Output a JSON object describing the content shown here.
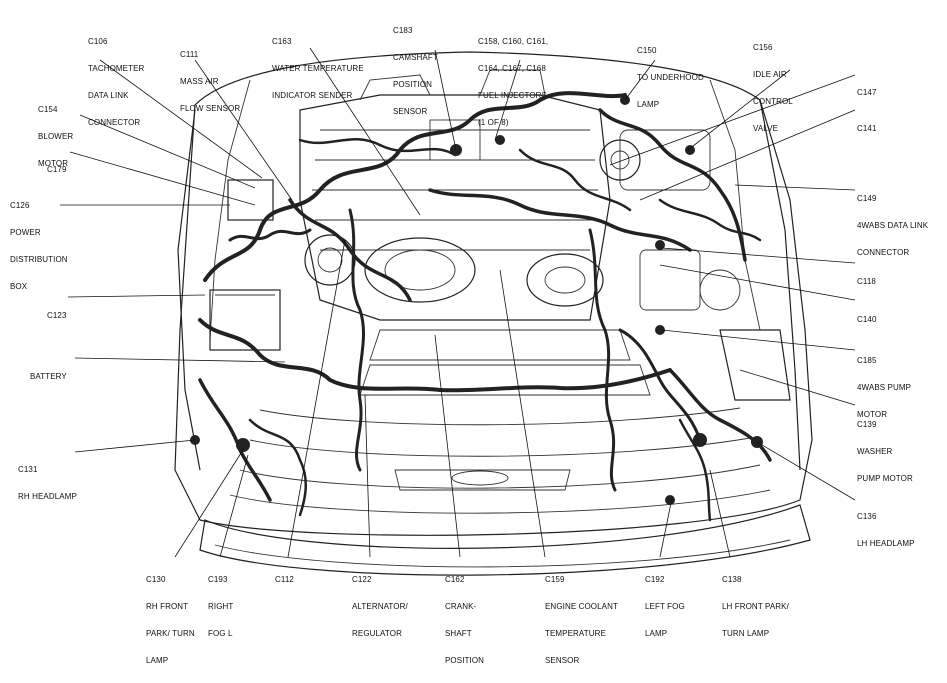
{
  "callouts": [
    {
      "id": "c106",
      "lines": [
        "C106",
        "TACHOMETER",
        "DATA LINK",
        "CONNECTOR"
      ]
    },
    {
      "id": "c111",
      "lines": [
        "C111",
        "MASS AIR",
        "FLOW SENSOR"
      ]
    },
    {
      "id": "c163",
      "lines": [
        "C163",
        "WATER TEMPERATURE",
        "INDICATOR SENDER"
      ]
    },
    {
      "id": "c183",
      "lines": [
        "C183",
        "CAMSHAFT",
        "POSITION",
        "SENSOR"
      ]
    },
    {
      "id": "c158",
      "lines": [
        "C158, C160, C161,",
        "C164, C167, C168",
        "FUEL INJECTORS",
        "(1 OF 8)"
      ]
    },
    {
      "id": "c150",
      "lines": [
        "C150",
        "TO UNDERHOOD",
        "LAMP"
      ]
    },
    {
      "id": "c156",
      "lines": [
        "C156",
        "IDLE AIR",
        "CONTROL",
        "VALVE"
      ]
    },
    {
      "id": "c154",
      "lines": [
        "C154",
        "BLOWER",
        "MOTOR"
      ]
    },
    {
      "id": "c147",
      "lines": [
        "C147"
      ]
    },
    {
      "id": "c141",
      "lines": [
        "C141"
      ]
    },
    {
      "id": "c179",
      "lines": [
        "C179"
      ]
    },
    {
      "id": "c126",
      "lines": [
        "C126",
        "POWER",
        "DISTRIBUTION",
        "BOX"
      ]
    },
    {
      "id": "c149",
      "lines": [
        "C149",
        "4WABS DATA LINK",
        "CONNECTOR"
      ]
    },
    {
      "id": "c118",
      "lines": [
        "C118"
      ]
    },
    {
      "id": "c123",
      "lines": [
        "C123"
      ]
    },
    {
      "id": "c140",
      "lines": [
        "C140"
      ]
    },
    {
      "id": "c185",
      "lines": [
        "C185",
        "4WABS PUMP",
        "MOTOR"
      ]
    },
    {
      "id": "battery",
      "lines": [
        "BATTERY"
      ]
    },
    {
      "id": "c139",
      "lines": [
        "C139",
        "WASHER",
        "PUMP MOTOR"
      ]
    },
    {
      "id": "c131",
      "lines": [
        "C131",
        "RH HEADLAMP"
      ]
    },
    {
      "id": "c136",
      "lines": [
        "C136",
        "LH HEADLAMP"
      ]
    },
    {
      "id": "c130",
      "lines": [
        "C130",
        "RH FRONT",
        "PARK/ TURN",
        "LAMP"
      ]
    },
    {
      "id": "c193",
      "lines": [
        "C193",
        "RIGHT",
        "FOG L"
      ]
    },
    {
      "id": "c112",
      "lines": [
        "C112"
      ]
    },
    {
      "id": "c122",
      "lines": [
        "C122",
        "ALTERNATOR/",
        "REGULATOR"
      ]
    },
    {
      "id": "c162",
      "lines": [
        "C162",
        "CRANK-",
        "SHAFT",
        "POSITION"
      ]
    },
    {
      "id": "c159",
      "lines": [
        "C159",
        "ENGINE COOLANT",
        "TEMPERATURE",
        "SENSOR"
      ]
    },
    {
      "id": "c192",
      "lines": [
        "C192",
        "LEFT FOG",
        "LAMP"
      ]
    },
    {
      "id": "c138",
      "lines": [
        "C138",
        "LH FRONT PARK/",
        "TURN LAMP"
      ]
    }
  ]
}
